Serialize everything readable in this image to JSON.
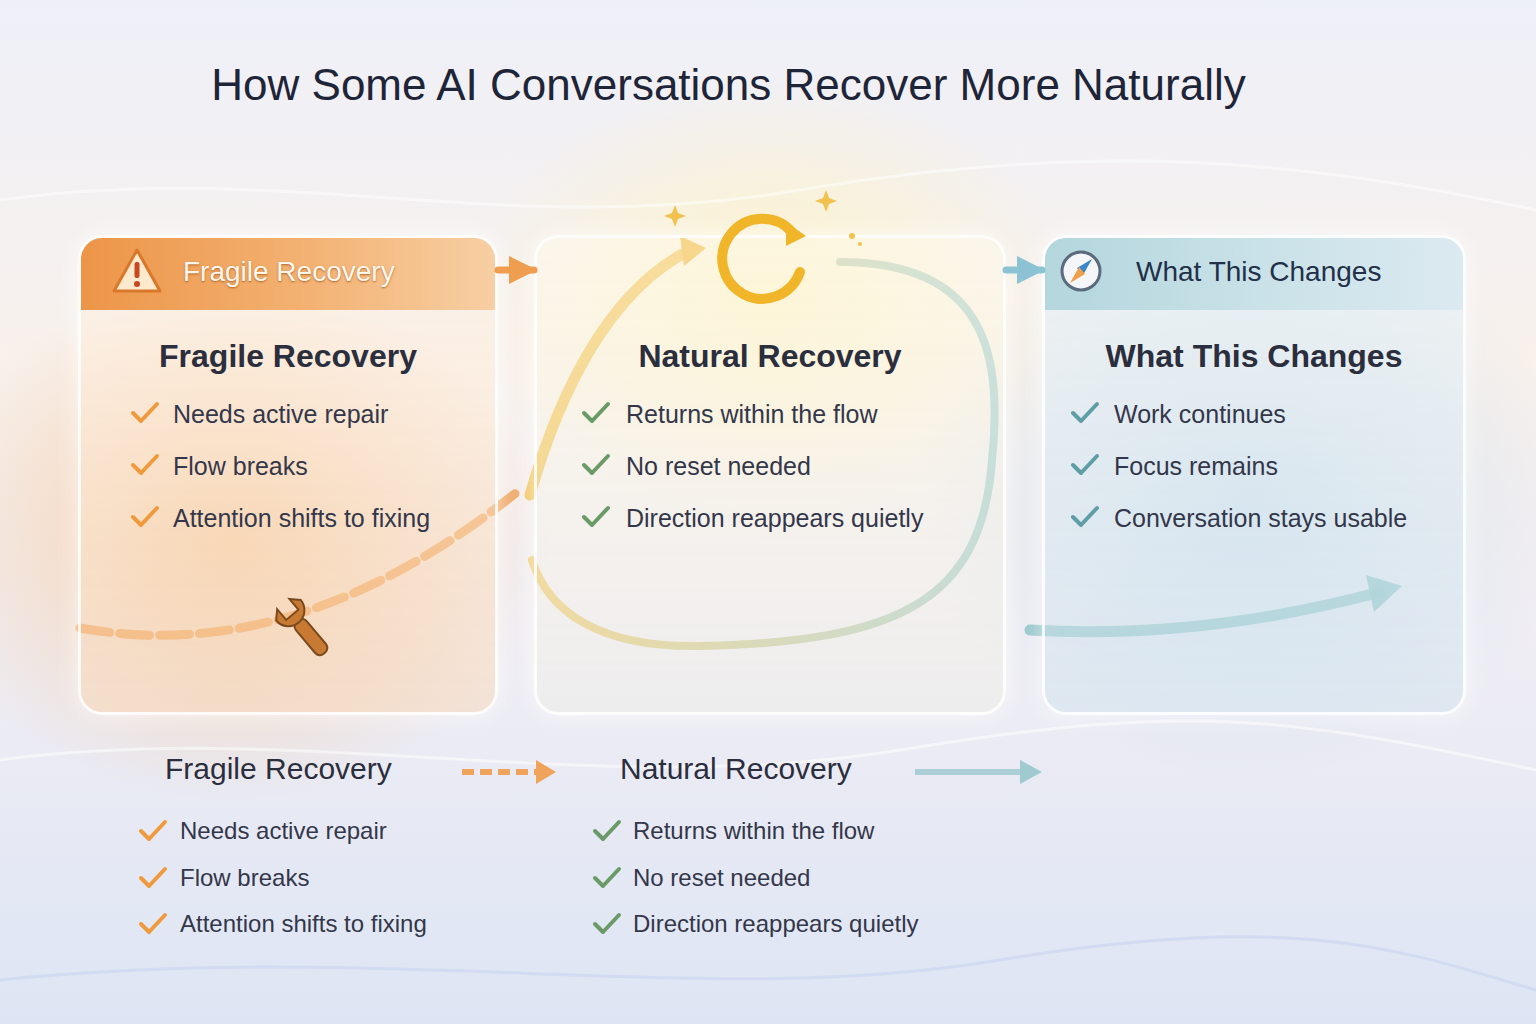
{
  "diagram": {
    "title": "How Some AI Conversations Recover More Naturally",
    "nodes": [
      {
        "text": [
          "Fragile Recovery",
          "Fragile Recovery",
          "Needs active repair",
          "Flow breaks",
          "Attention shifts to fixing"
        ]
      },
      {
        "text": [
          "Natural Recovery",
          "Returns within the flow",
          "No reset needed",
          "Direction reappears quietly"
        ]
      },
      {
        "text": [
          "What This Changes",
          "What This Changes",
          "Work continues",
          "Focus remains",
          "Conversation stays usable"
        ]
      }
    ],
    "edges": [
      {
        "from": 0,
        "to": 1,
        "arrow": "to"
      },
      {
        "from": 1,
        "to": 2,
        "arrow": "to"
      }
    ],
    "labels": [
      "Fragile Recovery",
      "Needs active repair",
      "Flow breaks",
      "Attention shifts to fixing",
      "Natural Recovery",
      "Returns within the flow",
      "No reset needed",
      "Direction reappears quietly"
    ]
  }
}
